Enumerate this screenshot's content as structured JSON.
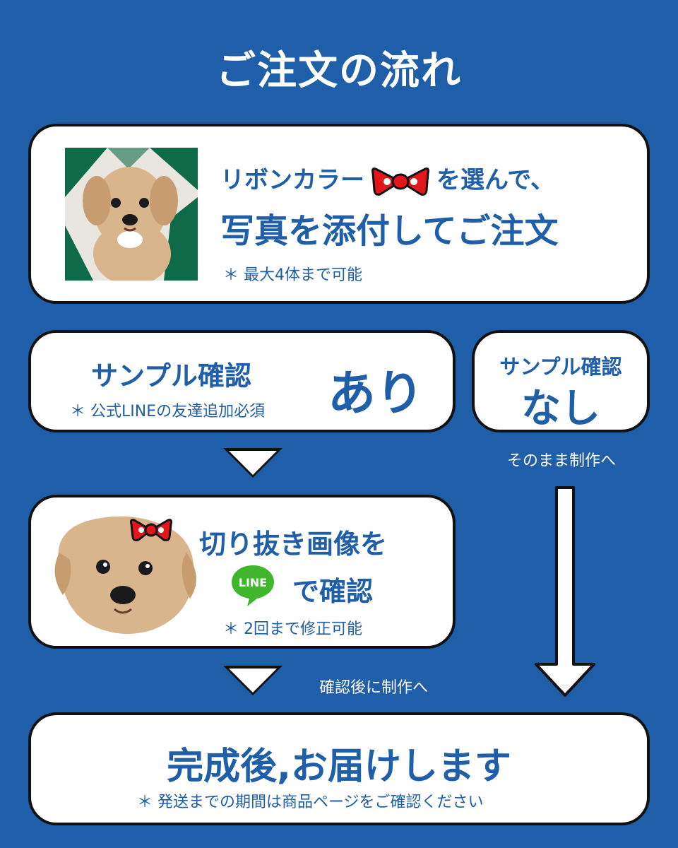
{
  "title": "ご注文の流れ",
  "step1": {
    "line1_before": "リボンカラー",
    "line1_after": "を選んで、",
    "line2": "写真を添付してご注文",
    "note": "＊ 最大4体まで可能"
  },
  "sample_yes": {
    "title": "サンプル確認",
    "note": "＊ 公式LINEの友達追加必須",
    "big": "あり"
  },
  "sample_no": {
    "title": "サンプル確認",
    "big": "なし",
    "caption": "そのまま制作へ"
  },
  "step_confirm": {
    "line1": "切り抜き画像を",
    "line2": "で確認",
    "line_logo_text": "LINE",
    "note": "＊ 2回まで修正可能",
    "caption": "確認後に制作へ"
  },
  "step_final": {
    "title": "完成後,お届けします",
    "note": "＊ 発送までの期間は商品ページをご確認ください"
  },
  "colors": {
    "background": "#1f5ea8",
    "ribbon": "#e3161b",
    "line_green": "#3fb62c"
  }
}
